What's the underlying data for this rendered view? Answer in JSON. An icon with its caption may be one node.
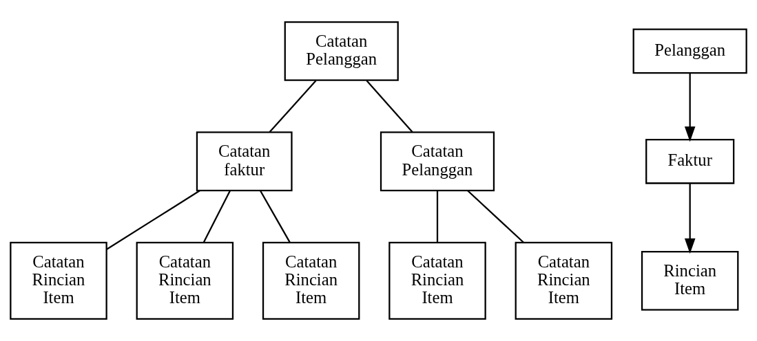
{
  "diagram": {
    "nodes": [
      {
        "text": [
          "Catatan Pelanggan"
        ]
      },
      {
        "text": [
          "Catatan faktur"
        ]
      },
      {
        "text": [
          "Catatan Pelanggan"
        ]
      },
      {
        "text": [
          "Catatan Rincian Item"
        ]
      },
      {
        "text": [
          "Catatan Rincian Item"
        ]
      },
      {
        "text": [
          "Catatan Rincian Item"
        ]
      },
      {
        "text": [
          "Catatan Rincian Item"
        ]
      },
      {
        "text": [
          "Catatan Rincian Item"
        ]
      },
      {
        "text": [
          "Pelanggan"
        ]
      },
      {
        "text": [
          "Faktur"
        ]
      },
      {
        "text": [
          "Rincian Item"
        ]
      }
    ],
    "edges": [
      {
        "from": 0,
        "to": 1,
        "arrow": "none"
      },
      {
        "from": 0,
        "to": 2,
        "arrow": "none"
      },
      {
        "from": 1,
        "to": 3,
        "arrow": "none"
      },
      {
        "from": 1,
        "to": 4,
        "arrow": "none"
      },
      {
        "from": 1,
        "to": 5,
        "arrow": "none"
      },
      {
        "from": 2,
        "to": 6,
        "arrow": "none"
      },
      {
        "from": 2,
        "to": 7,
        "arrow": "none"
      },
      {
        "from": 8,
        "to": 9,
        "arrow": "to"
      },
      {
        "from": 9,
        "to": 10,
        "arrow": "to"
      }
    ]
  }
}
